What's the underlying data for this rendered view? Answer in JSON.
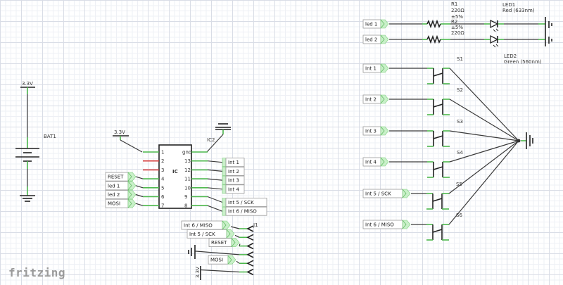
{
  "app": {
    "logo": "fritzing"
  },
  "battery": {
    "label": "BAT1",
    "voltage_label": "3.3V"
  },
  "ic": {
    "ref": "IC2",
    "body_label": "IC",
    "vcc_label": "3.3V",
    "left_pins": [
      "1",
      "2",
      "3",
      "4",
      "5",
      "6",
      "7"
    ],
    "right_pins": [
      "gnd",
      "13",
      "12",
      "11",
      "10",
      "9",
      "8"
    ],
    "left_nets": [
      "",
      "",
      "",
      "RESET",
      "led 1",
      "led 2",
      "MOSI"
    ],
    "right_nets": [
      "",
      "Int 1",
      "Int 2",
      "Int 3",
      "Int 4",
      "Int 5 / SCK",
      "Int 6 / MISO"
    ]
  },
  "connector": {
    "ref": "J1",
    "nets": [
      "Int 6 / MISO",
      "Int 5 / SCK",
      "RESET",
      "",
      "MOSI",
      ""
    ],
    "vcc_label": "3.3V"
  },
  "leds": [
    {
      "net": "led 1",
      "resistor_ref": "R1",
      "resistor_value": "220Ω",
      "resistor_tol": "±5%",
      "led_ref": "LED1",
      "led_color": "Red (633nm)"
    },
    {
      "net": "led 2",
      "resistor_ref": "R2",
      "resistor_value": "220Ω",
      "resistor_tol": "±5%",
      "led_ref": "LED2",
      "led_color": "Green (560nm)"
    }
  ],
  "switches": [
    {
      "net": "Int 1",
      "ref": "S1"
    },
    {
      "net": "Int 2",
      "ref": "S2"
    },
    {
      "net": "Int 3",
      "ref": "S3"
    },
    {
      "net": "Int 4",
      "ref": "S4"
    },
    {
      "net": "Int 5 / SCK",
      "ref": "S5"
    },
    {
      "net": "Int 6 / MISO",
      "ref": "S6"
    }
  ],
  "colors": {
    "pin_connected": "#4cb84c",
    "pin_unconnected": "#d43a3a",
    "wire": "#3a3a3a",
    "net_flag": "#c9f0c9"
  }
}
